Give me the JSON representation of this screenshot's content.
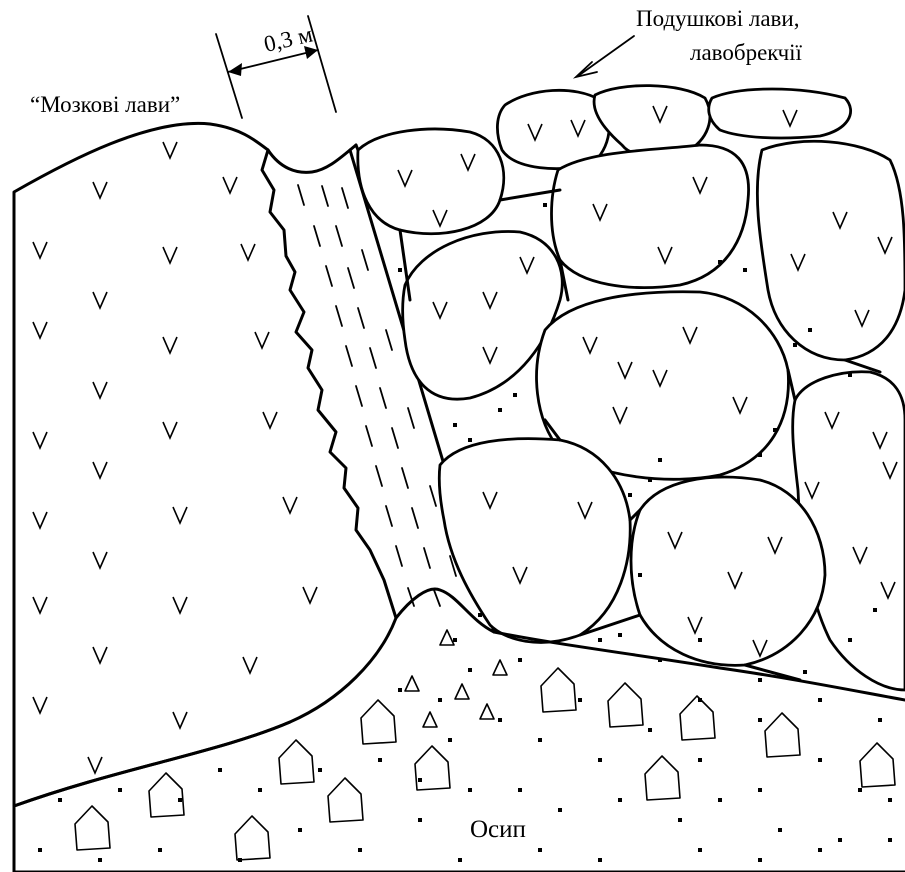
{
  "labels": {
    "brain_lava": "“Мозкові лави”",
    "dike_width": "0,3 м",
    "pillow_lava_line1": "Подушкові лави,",
    "pillow_lava_line2": "лавобрекчії",
    "scree": "Осип"
  },
  "colors": {
    "ink": "#000000",
    "background": "#ffffff"
  },
  "icons": {
    "volcanic_texture": "v-mark",
    "matrix_texture": "dot",
    "scree_fragment": "pentagon-clast",
    "breccia_fragment": "triangle"
  }
}
